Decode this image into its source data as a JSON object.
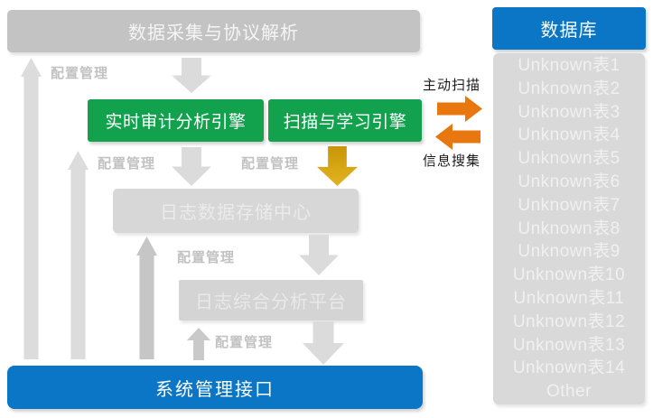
{
  "nodes": {
    "collector": "数据采集与协议解析",
    "audit_engine": "实时审计分析引擎",
    "scan_engine": "扫描与学习引擎",
    "log_storage": "日志数据存储中心",
    "log_analysis": "日志综合分析平台",
    "admin_interface": "系统管理接口"
  },
  "labels": {
    "config_mgmt": "配置管理",
    "active_scan": "主动扫描",
    "info_collect": "信息搜集"
  },
  "database": {
    "title": "数据库",
    "items": [
      "Unknown表1",
      "Unknown表2",
      "Unknown表3",
      "Unknown表4",
      "Unknown表5",
      "Unknown表6",
      "Unknown表7",
      "Unknown表8",
      "Unknown表9",
      "Unknown表10",
      "Unknown表11",
      "Unknown表12",
      "Unknown表13",
      "Unknown表14",
      "Other"
    ]
  },
  "icons": {
    "flow_down": "down-arrow",
    "flow_up": "up-arrow",
    "scan_right": "right-arrow",
    "collect_left": "left-arrow"
  },
  "colors": {
    "green": "#12a24e",
    "blue": "#0b76c6",
    "orange": "#e8770f",
    "gold": "#d8a714",
    "gray_box": "#c3c3c3",
    "mid_gray_box": "#d7d7d7",
    "flat_gray_box": "#d4d4d4",
    "panel_gray": "#d9d9d9",
    "arrow_light": "#dcdcdc",
    "arrow_dark": "#c6c6c6",
    "config_label": "#c2c2c2"
  }
}
